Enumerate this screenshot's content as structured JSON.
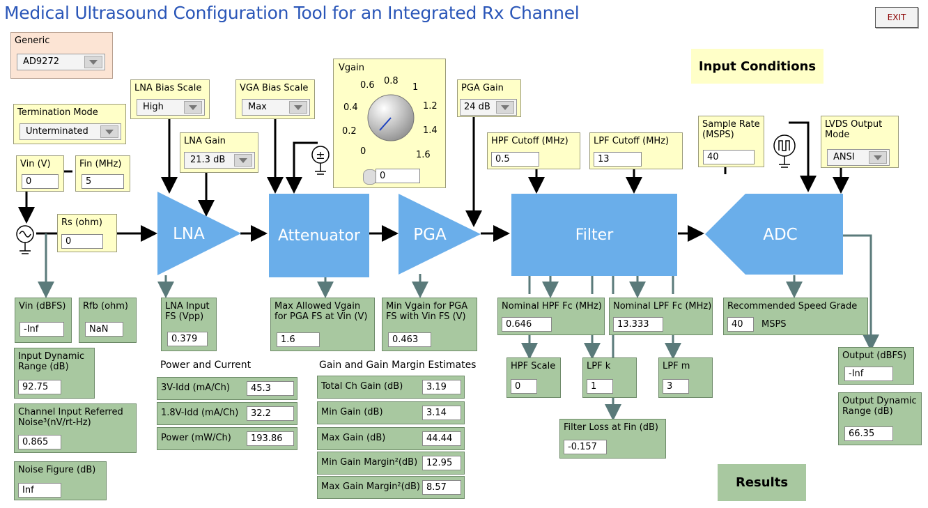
{
  "title": "Medical Ultrasound Configuration Tool for an Integrated Rx Channel",
  "exit_label": "EXIT",
  "device": {
    "label": "Generic",
    "value": "AD9272"
  },
  "input_conditions": "Input Conditions",
  "results": "Results",
  "blocks": {
    "lna": "LNA",
    "attenuator": "Attenuator",
    "pga": "PGA",
    "filter": "Filter",
    "adc": "ADC"
  },
  "lna_bias": {
    "label": "LNA Bias Scale",
    "value": "High"
  },
  "vga_bias": {
    "label": "VGA Bias  Scale",
    "value": "Max"
  },
  "termination": {
    "label": "Termination Mode",
    "value": "Unterminated"
  },
  "lna_gain": {
    "label": "LNA Gain",
    "value": "21.3 dB"
  },
  "pga_gain": {
    "label": "PGA Gain",
    "value": "24 dB"
  },
  "vgain": {
    "label": "Vgain",
    "value": "0",
    "ticks": [
      "0",
      "0.2",
      "0.4",
      "0.6",
      "0.8",
      "1",
      "1.2",
      "1.4",
      "1.6"
    ]
  },
  "vin": {
    "label": "Vin (V)",
    "value": "0"
  },
  "fin": {
    "label": "Fin (MHz)",
    "value": "5"
  },
  "rs": {
    "label": "Rs (ohm)",
    "value": "0"
  },
  "hpf_cutoff": {
    "label": "HPF Cutoff (MHz)",
    "value": "0.5"
  },
  "lpf_cutoff": {
    "label": "LPF Cutoff (MHz)",
    "value": "13"
  },
  "sample_rate": {
    "label1": "Sample Rate",
    "label2": "(MSPS)",
    "value": "40"
  },
  "lvds": {
    "label1": "LVDS Output",
    "label2": "Mode",
    "value": "ANSI"
  },
  "vin_dbfs": {
    "label": "Vin (dBFS)",
    "value": "-Inf"
  },
  "rfb": {
    "label": "Rfb (ohm)",
    "value": "NaN"
  },
  "lna_input_fs": {
    "label1": "LNA Input",
    "label2": "FS (Vpp)",
    "value": "0.379"
  },
  "max_vgain": {
    "label1": "Max Allowed Vgain",
    "label2": "for PGA FS at Vin (V)",
    "value": "1.6"
  },
  "min_vgain": {
    "label1": "Min Vgain for PGA",
    "label2": "FS with Vin FS (V)",
    "value": "0.463"
  },
  "nom_hpf": {
    "label": "Nominal HPF Fc (MHz)",
    "value": "0.646"
  },
  "nom_lpf": {
    "label": "Nominal LPF Fc (MHz)",
    "value": "13.333"
  },
  "speed_grade": {
    "label": "Recommended Speed Grade",
    "value": "40",
    "unit": "MSPS"
  },
  "output_dbfs": {
    "label": "Output (dBFS)",
    "value": "-Inf"
  },
  "output_dr": {
    "label1": "Output Dynamic",
    "label2": "Range (dB)",
    "value": "66.35"
  },
  "hpf_scale": {
    "label": "HPF Scale",
    "value": "0"
  },
  "lpf_k": {
    "label": "LPF k",
    "value": "1"
  },
  "lpf_m": {
    "label": "LPF m",
    "value": "3"
  },
  "filter_loss": {
    "label": "Filter Loss at Fin (dB)",
    "value": "-0.157"
  },
  "input_dr": {
    "label1": "Input Dynamic",
    "label2": "Range (dB)",
    "value": "92.75"
  },
  "noise": {
    "label1": "Channel Input Referred",
    "label2": "Noise³(nV/rt-Hz)",
    "value": "0.865"
  },
  "noise_figure": {
    "label": "Noise Figure (dB)",
    "value": "Inf"
  },
  "power": {
    "title": "Power and Current",
    "rows": [
      {
        "label": "3V-Idd (mA/Ch)",
        "value": "45.3"
      },
      {
        "label": "1.8V-Idd (mA/Ch)",
        "value": "32.2"
      },
      {
        "label": "Power (mW/Ch)",
        "value": "193.86"
      }
    ]
  },
  "gain": {
    "title": "Gain and Gain Margin Estimates",
    "rows": [
      {
        "label": "Total Ch Gain (dB)",
        "value": "3.19"
      },
      {
        "label": "Min Gain (dB)",
        "value": "3.14"
      },
      {
        "label": "Max Gain (dB)",
        "value": "44.44"
      },
      {
        "label": "Min Gain Margin²(dB)",
        "value": "12.95"
      },
      {
        "label": "Max Gain Margin²(dB)",
        "value": "8.57"
      }
    ]
  },
  "colors": {
    "block": "#6aaeea",
    "wire": "#000000",
    "output_wire": "#5a7a7a",
    "result_panel": "#a8c8a0",
    "input_panel": "#ffffc8"
  }
}
